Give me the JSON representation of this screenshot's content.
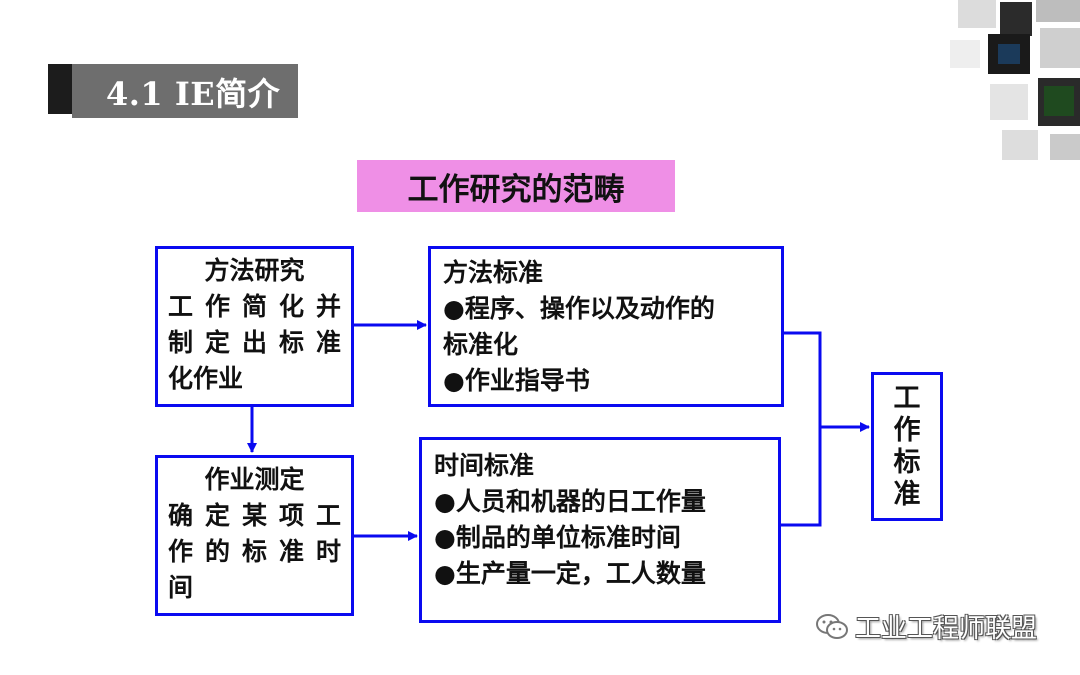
{
  "header": {
    "section_title": "4.1 IE简介"
  },
  "diagram": {
    "title": "工作研究的范畴",
    "method_study": {
      "lines": [
        "方法研究",
        "工作简化并",
        "制定出标准",
        "化作业"
      ]
    },
    "work_measurement": {
      "lines": [
        "作业测定",
        "确定某项工",
        "作的标准时",
        "间"
      ]
    },
    "method_standard": {
      "lines": [
        "方法标准",
        "●程序、操作以及动作的",
        "标准化",
        "●作业指导书"
      ]
    },
    "time_standard": {
      "lines": [
        "时间标准",
        "●人员和机器的日工作量",
        "●制品的单位标准时间",
        "●生产量一定，工人数量"
      ]
    },
    "standard": {
      "label": "工作标准"
    }
  },
  "colors": {
    "box_border": "#0a0af0",
    "arrow": "#0a0af0",
    "title_fill": "#ef8fe6",
    "tag_grey": "#6e6e6e",
    "tag_dark": "#1c1c1c"
  },
  "watermark": {
    "text": "工业工程师联盟",
    "icon": "wechat-icon"
  }
}
